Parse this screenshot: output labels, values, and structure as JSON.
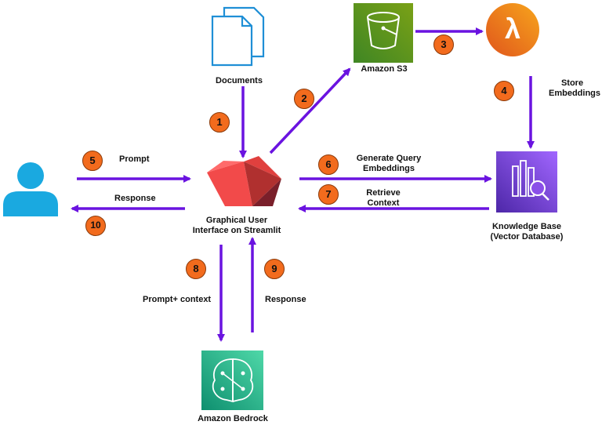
{
  "nodes": {
    "documents": "Documents",
    "s3": "Amazon S3",
    "lambda": "λ",
    "user": "",
    "gui": [
      "Graphical User",
      "Interface on Streamlit"
    ],
    "kb": [
      "Knowledge Base",
      "(Vector Database)"
    ],
    "bedrock": "Amazon Bedrock"
  },
  "steps": [
    {
      "num": "1",
      "label": ""
    },
    {
      "num": "2",
      "label": ""
    },
    {
      "num": "3",
      "label": ""
    },
    {
      "num": "4",
      "label": [
        "Store",
        "Embeddings"
      ]
    },
    {
      "num": "5",
      "label": "Prompt"
    },
    {
      "num": "6",
      "label": [
        "Generate Query",
        "Embeddings"
      ]
    },
    {
      "num": "7",
      "label": [
        "Retrieve",
        "Context"
      ]
    },
    {
      "num": "8",
      "label": "Prompt+ context"
    },
    {
      "num": "9",
      "label": "Response"
    },
    {
      "num": "10",
      "label": "Response"
    }
  ],
  "colors": {
    "arrow": "#6a13e0",
    "badge": "#f26b1d",
    "s3": "#6aa631",
    "lambda": "#f28a1c",
    "kb": "#7b3fe4",
    "bedrock": "#1fae8a",
    "user": "#1aa9e0",
    "doc": "#1f8fd6",
    "streamlit": "#e0403e"
  },
  "icons": [
    "document-icon",
    "s3-bucket-icon",
    "lambda-icon",
    "user-icon",
    "streamlit-icon",
    "knowledge-base-icon",
    "bedrock-icon"
  ]
}
